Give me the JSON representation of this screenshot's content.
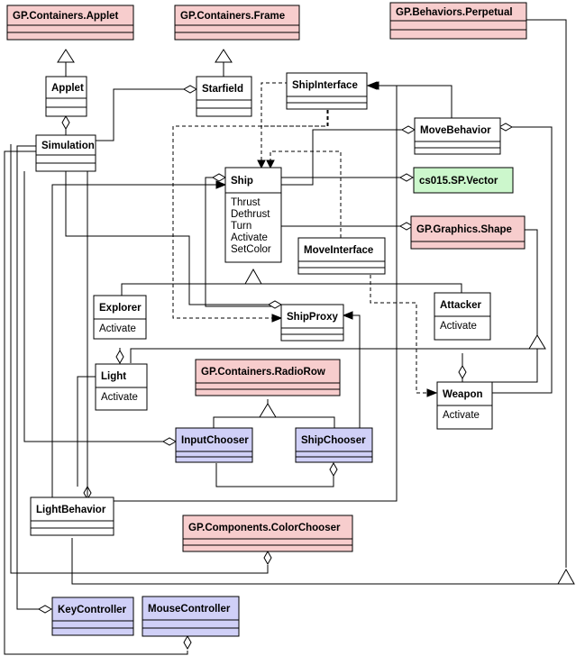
{
  "colors": {
    "library_class": "#f7cdcd",
    "chooser_class": "#d0d0f7",
    "vector_class": "#ccf7cc",
    "plain_class": "#ffffff",
    "stroke": "#000000"
  },
  "classes": {
    "gp_applet": {
      "name": "GP.Containers.Applet"
    },
    "gp_frame": {
      "name": "GP.Containers.Frame"
    },
    "gp_perpetual": {
      "name": "GP.Behaviors.Perpetual"
    },
    "applet": {
      "name": "Applet"
    },
    "starfield": {
      "name": "Starfield"
    },
    "ship_interface": {
      "name": "ShipInterface"
    },
    "simulation": {
      "name": "Simulation"
    },
    "move_behavior": {
      "name": "MoveBehavior"
    },
    "ship": {
      "name": "Ship",
      "methods": [
        "Thrust",
        "Dethrust",
        "Turn",
        "Activate",
        "SetColor"
      ]
    },
    "vector": {
      "name": "cs015.SP.Vector"
    },
    "shape": {
      "name": "GP.Graphics.Shape"
    },
    "move_interface": {
      "name": "MoveInterface"
    },
    "explorer": {
      "name": "Explorer",
      "methods": [
        "Activate"
      ]
    },
    "ship_proxy": {
      "name": "ShipProxy"
    },
    "attacker": {
      "name": "Attacker",
      "methods": [
        "Activate"
      ]
    },
    "light": {
      "name": "Light",
      "methods": [
        "Activate"
      ]
    },
    "radio_row": {
      "name": "GP.Containers.RadioRow"
    },
    "weapon": {
      "name": "Weapon",
      "methods": [
        "Activate"
      ]
    },
    "input_chooser": {
      "name": "InputChooser"
    },
    "ship_chooser": {
      "name": "ShipChooser"
    },
    "light_behavior": {
      "name": "LightBehavior"
    },
    "color_chooser": {
      "name": "GP.Components.ColorChooser"
    },
    "key_controller": {
      "name": "KeyController"
    },
    "mouse_controller": {
      "name": "MouseController"
    }
  }
}
